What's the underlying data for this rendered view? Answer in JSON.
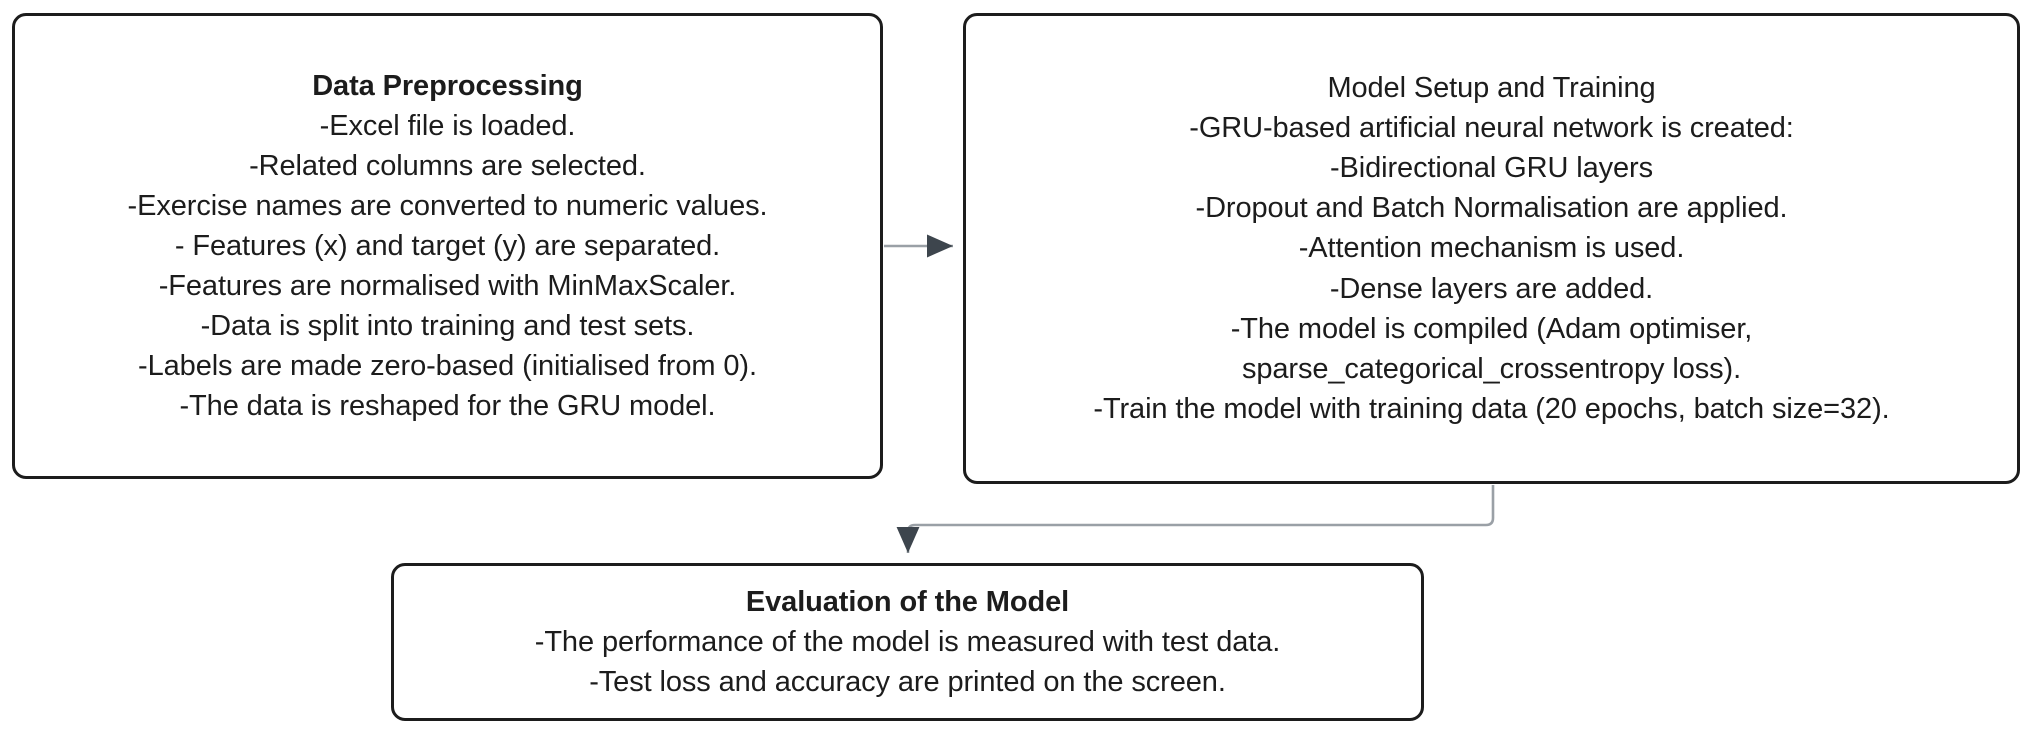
{
  "diagram": {
    "type": "flowchart",
    "orientation": "left-to-right then down",
    "background_color": "#ffffff",
    "stroke_color": "#1c1c1c",
    "connector_color": "#4a5159",
    "boxes": [
      {
        "id": "preprocessing",
        "title": "Data Preprocessing",
        "title_bold": true,
        "lines": [
          "-Excel file is loaded.",
          "-Related columns are selected.",
          "-Exercise names are converted to numeric values.",
          "- Features (x) and target (y) are separated.",
          "-Features are normalised with MinMaxScaler.",
          "-Data is split into training and test sets.",
          "-Labels are made zero-based (initialised from 0).",
          "-The data is reshaped for the GRU model."
        ]
      },
      {
        "id": "model-setup",
        "title": "Model Setup and Training",
        "title_bold": false,
        "lines": [
          "-GRU-based artificial neural network is created:",
          "-Bidirectional GRU layers",
          "-Dropout and Batch Normalisation are applied.",
          "-Attention mechanism is used.",
          "-Dense layers are added.",
          "-The model is compiled (Adam optimiser,",
          "sparse_categorical_crossentropy loss).",
          "-Train the model with training data (20 epochs, batch size=32)."
        ]
      },
      {
        "id": "evaluation",
        "title": "Evaluation of the Model",
        "title_bold": true,
        "lines": [
          "-The performance of the model is measured with test data.",
          "-Test loss and accuracy are printed on the screen."
        ]
      }
    ],
    "connectors": [
      {
        "id": "preprocessing-to-model-setup",
        "from": "preprocessing",
        "to": "model-setup",
        "style": "straight-horizontal-arrow"
      },
      {
        "id": "model-setup-to-evaluation",
        "from": "model-setup",
        "to": "evaluation",
        "style": "elbow-down-left-arrow"
      }
    ]
  }
}
